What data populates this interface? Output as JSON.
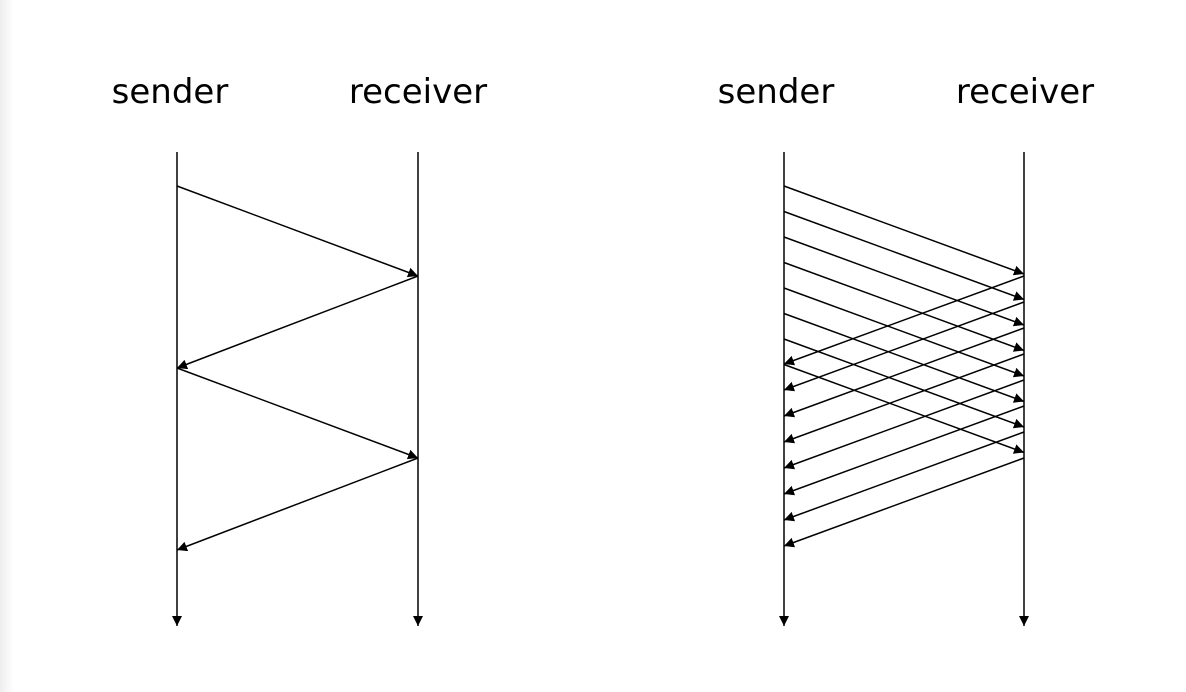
{
  "diagrams": [
    {
      "id": "stop-and-wait",
      "sender_label": "sender",
      "receiver_label": "receiver",
      "forward_messages": 2,
      "reply_messages": 2
    },
    {
      "id": "pipelined",
      "sender_label": "sender",
      "receiver_label": "receiver",
      "forward_messages": 8,
      "reply_messages": 8
    }
  ],
  "colors": {
    "line": "#000000",
    "text": "#000000",
    "background": "#ffffff"
  }
}
